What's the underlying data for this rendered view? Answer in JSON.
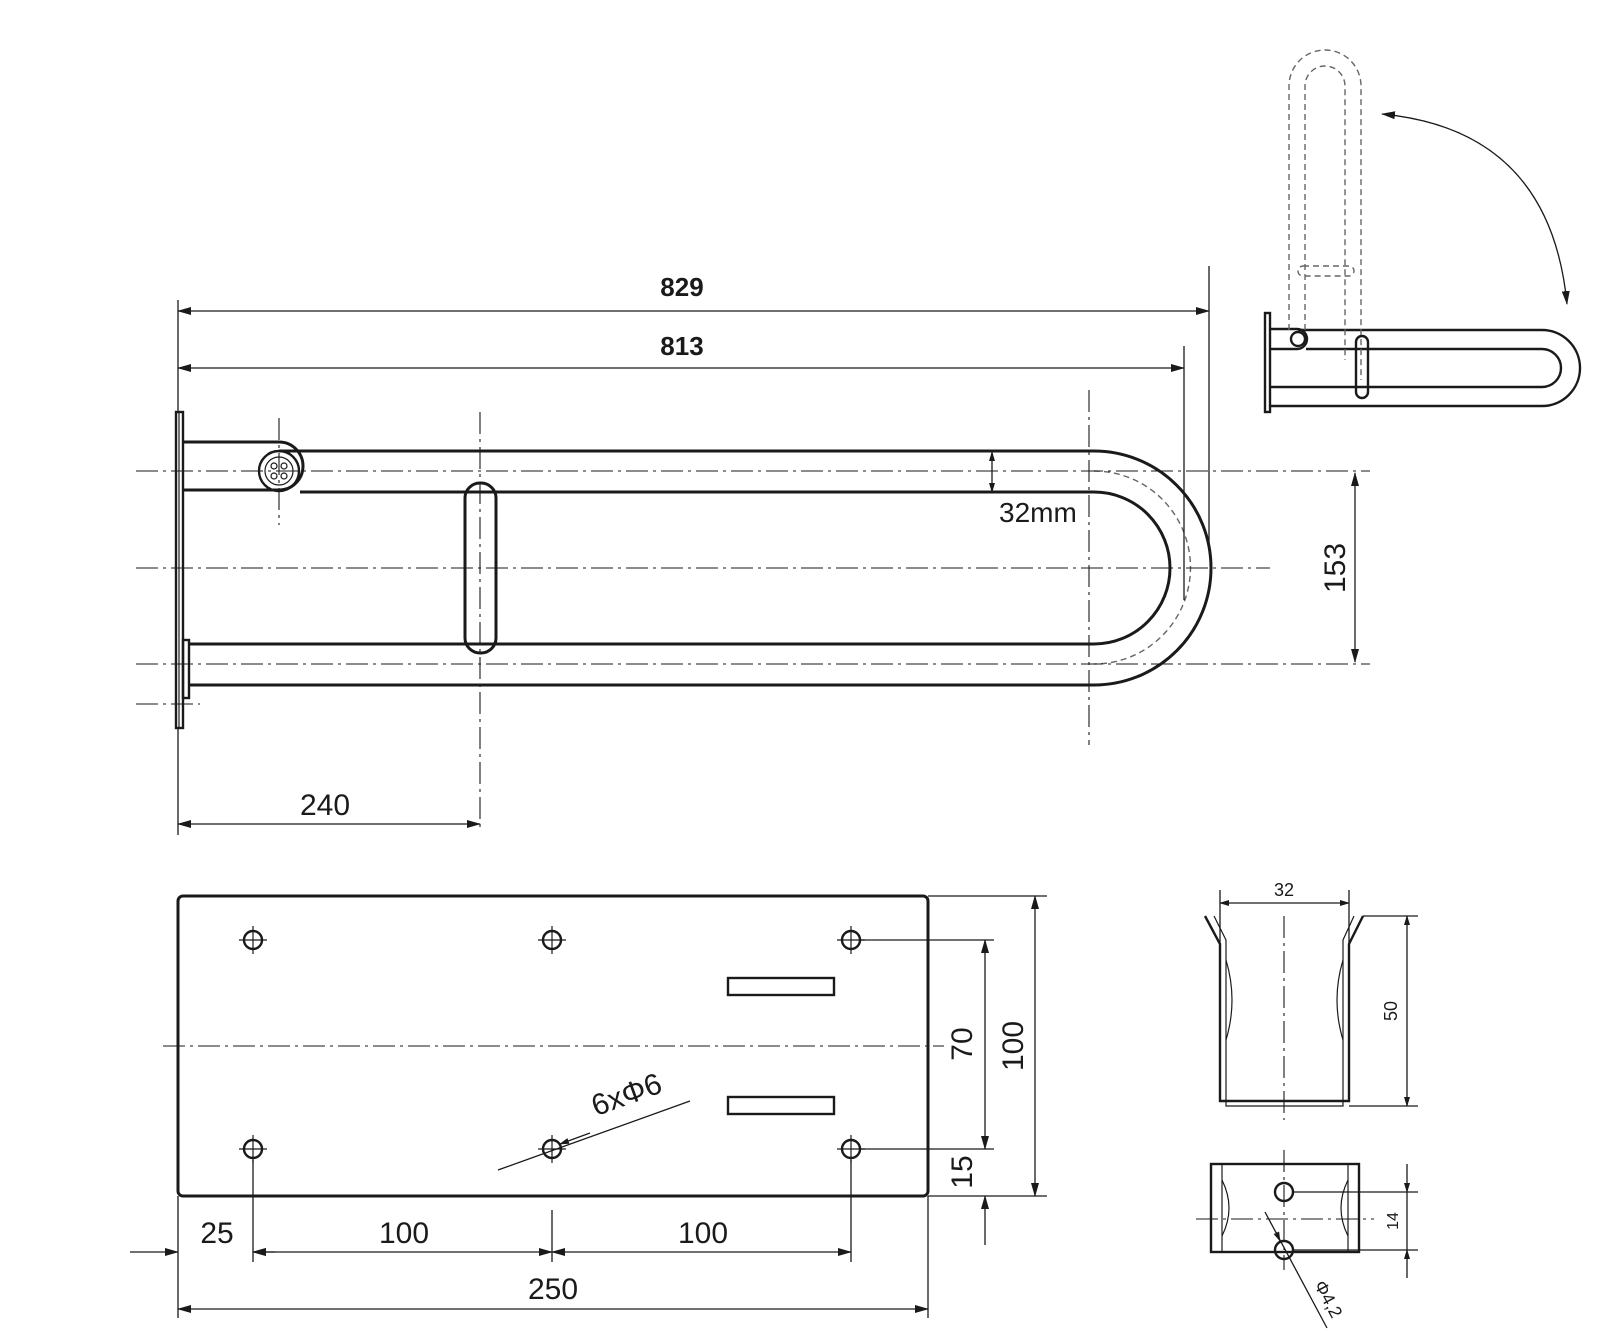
{
  "dimensions": {
    "overall_length": "829",
    "bar_length": "813",
    "tube_diameter": "32mm",
    "bar_height": "153",
    "pivot_offset": "240",
    "plate_edge_offset": "25",
    "hole_spacing_left": "100",
    "hole_spacing_right": "100",
    "plate_width": "250",
    "hole_callout": "6xΦ6",
    "hole_vertical_spacing": "70",
    "plate_height": "100",
    "hole_edge_offset": "15",
    "bracket_width": "32",
    "bracket_height": "50",
    "bracket_hole_spacing": "14",
    "bracket_hole_diameter": "Φ4,2"
  }
}
